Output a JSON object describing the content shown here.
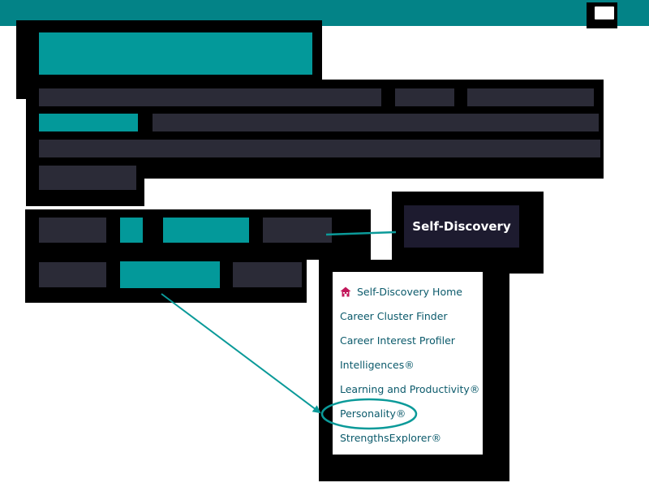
{
  "callout": {
    "title": "Self-Discovery"
  },
  "menu": {
    "items": [
      {
        "label": "Self-Discovery Home",
        "icon": "home-icon"
      },
      {
        "label": "Career Cluster Finder"
      },
      {
        "label": "Career Interest Profiler"
      },
      {
        "label": "Intelligences®"
      },
      {
        "label": "Learning and Productivity®"
      },
      {
        "label": "Personality®",
        "highlighted": true
      },
      {
        "label": "StrengthsExplorer®"
      }
    ]
  },
  "colors": {
    "topbar": "#038387",
    "redacted_block": "#2b2b37",
    "redacted_teal": "#03999a",
    "callout_bg": "#1d1b2f",
    "annotation": "#0b9a99",
    "menu_text": "#0b5a6b",
    "home_icon": "#c2185b"
  }
}
